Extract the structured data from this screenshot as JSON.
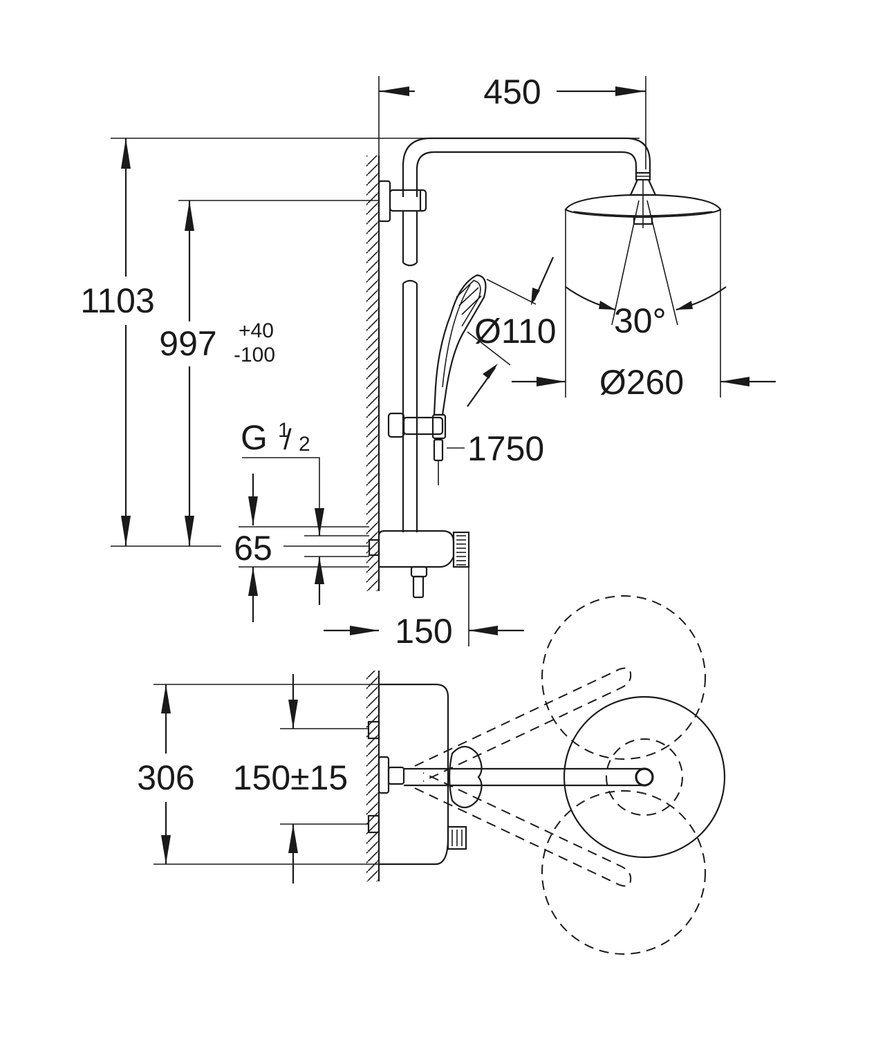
{
  "drawing": {
    "dimensions": {
      "arm_length": "450",
      "total_height": "1103",
      "rail_height": "997",
      "rail_tol_plus": "+40",
      "rail_tol_minus": "-100",
      "handshower_diameter": "Ø110",
      "head_angle": "30°",
      "head_diameter": "Ø260",
      "hose_length": "1750",
      "thread_size_main": "G",
      "thread_size_num": "1",
      "thread_size_den": "2",
      "inlet_height": "65",
      "mixer_depth": "150",
      "mixer_width": "306",
      "inlet_spacing": "150±15"
    }
  }
}
